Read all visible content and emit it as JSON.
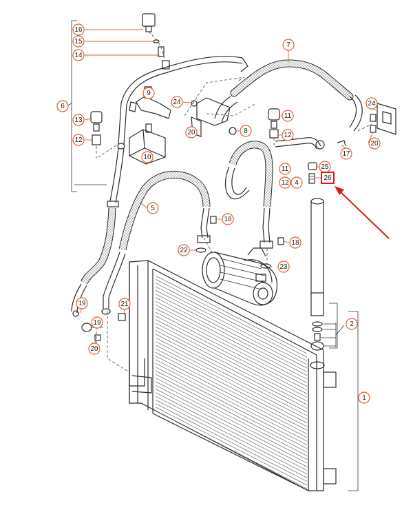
{
  "colors": {
    "callout_circle": "#e0602a",
    "highlight_box": "#e3161b",
    "arrow": "#e3161b",
    "line_art": "#2a2a2a"
  },
  "callouts": [
    {
      "id": "c16",
      "label": "16"
    },
    {
      "id": "c15",
      "label": "15"
    },
    {
      "id": "c14",
      "label": "14"
    },
    {
      "id": "c7",
      "label": "7"
    },
    {
      "id": "c6",
      "label": "6"
    },
    {
      "id": "c9",
      "label": "9"
    },
    {
      "id": "c24a",
      "label": "24"
    },
    {
      "id": "c13",
      "label": "13"
    },
    {
      "id": "c11a",
      "label": "11"
    },
    {
      "id": "c24b",
      "label": "24"
    },
    {
      "id": "c20a",
      "label": "20"
    },
    {
      "id": "c8",
      "label": "8"
    },
    {
      "id": "c12a",
      "label": "12"
    },
    {
      "id": "c12b",
      "label": "12"
    },
    {
      "id": "c10",
      "label": "10"
    },
    {
      "id": "c17",
      "label": "17"
    },
    {
      "id": "c20b",
      "label": "20"
    },
    {
      "id": "c25",
      "label": "25"
    },
    {
      "id": "c11b",
      "label": "11"
    },
    {
      "id": "c12c",
      "label": "12"
    },
    {
      "id": "c4",
      "label": "4"
    },
    {
      "id": "c5",
      "label": "5"
    },
    {
      "id": "c18a",
      "label": "18"
    },
    {
      "id": "c22",
      "label": "22"
    },
    {
      "id": "c18b",
      "label": "18"
    },
    {
      "id": "c23",
      "label": "23"
    },
    {
      "id": "c19a",
      "label": "19"
    },
    {
      "id": "c21",
      "label": "21"
    },
    {
      "id": "c19b",
      "label": "19"
    },
    {
      "id": "c20c",
      "label": "20"
    },
    {
      "id": "c2",
      "label": "2"
    },
    {
      "id": "c1",
      "label": "1"
    }
  ],
  "highlighted_callout": {
    "label": "26"
  }
}
